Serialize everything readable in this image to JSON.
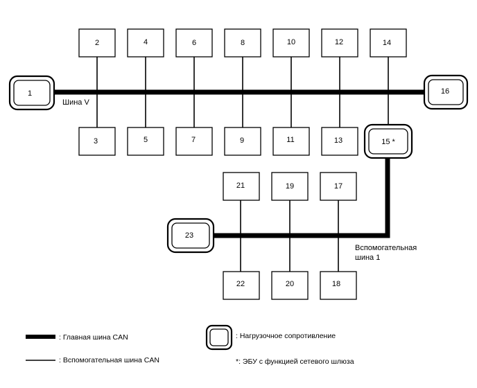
{
  "nodes": {
    "n1": "1",
    "n2": "2",
    "n3": "3",
    "n4": "4",
    "n5": "5",
    "n6": "6",
    "n7": "7",
    "n8": "8",
    "n9": "9",
    "n10": "10",
    "n11": "11",
    "n12": "12",
    "n13": "13",
    "n14": "14",
    "n15": "15 *",
    "n16": "16",
    "n17": "17",
    "n18": "18",
    "n19": "19",
    "n20": "20",
    "n21": "21",
    "n22": "22",
    "n23": "23"
  },
  "labels": {
    "bus_v": "Шина V",
    "sub_bus_1_line1": "Вспомогательная",
    "sub_bus_1_line2": "шина 1"
  },
  "legend": {
    "main_bus": ": Главная шина CAN",
    "sub_bus": ": Вспомогательная шина CAN",
    "terminator": ": Нагрузочное сопротивление",
    "gateway_note": "*: ЭБУ с функцией сетевого шлюза"
  }
}
